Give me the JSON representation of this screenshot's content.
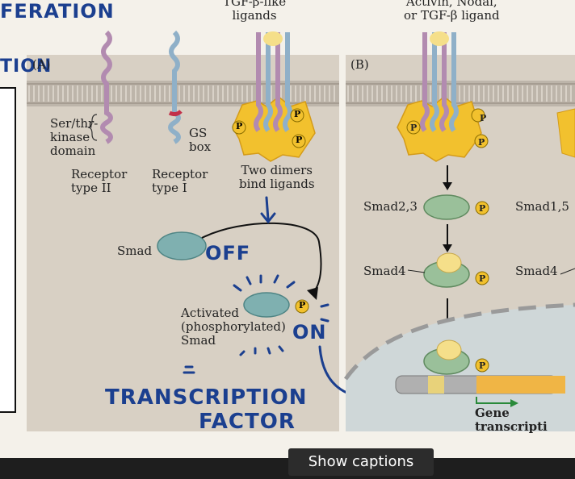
{
  "top_handwriting": {
    "line1": "FERATION",
    "line2": "TION"
  },
  "panel_a": {
    "label": "(A)",
    "top_ligands": "TGF-β-like\nligands",
    "kinase_label": "Ser/thr-\nkinase\ndomain",
    "gs_box": "GS\nbox",
    "receptor_II": "Receptor\ntype II",
    "receptor_I": "Receptor\ntype I",
    "two_dimers": "Two dimers\nbind ligands",
    "smad": "Smad",
    "activated": "Activated\n(phosphorylated)\nSmad",
    "p": "P",
    "note_off": "OFF",
    "note_on": "ON",
    "note_transcription": "TRANSCRIPTION",
    "note_factor": "FACTOR"
  },
  "panel_b": {
    "label": "(B)",
    "top_ligand": "Activin, Nodal,\nor TGF-β ligand",
    "smad23": "Smad2,3",
    "smad15": "Smad1,5",
    "smad4_left": "Smad4",
    "smad4_right": "Smad4",
    "gene_transcription": "Gene transcripti"
  },
  "tooltip": {
    "label": "Show captions"
  },
  "colors": {
    "panel_bg": "#d8d0c4",
    "membrane": "#b8b0a5",
    "receptor_purple": "#b28bb0",
    "receptor_blue": "#8fb0c8",
    "smad_green": "#9ac09a",
    "smad_teal": "#7fb0b0",
    "phosphate": "#f2c12e",
    "ink": "#1b3f8f"
  }
}
